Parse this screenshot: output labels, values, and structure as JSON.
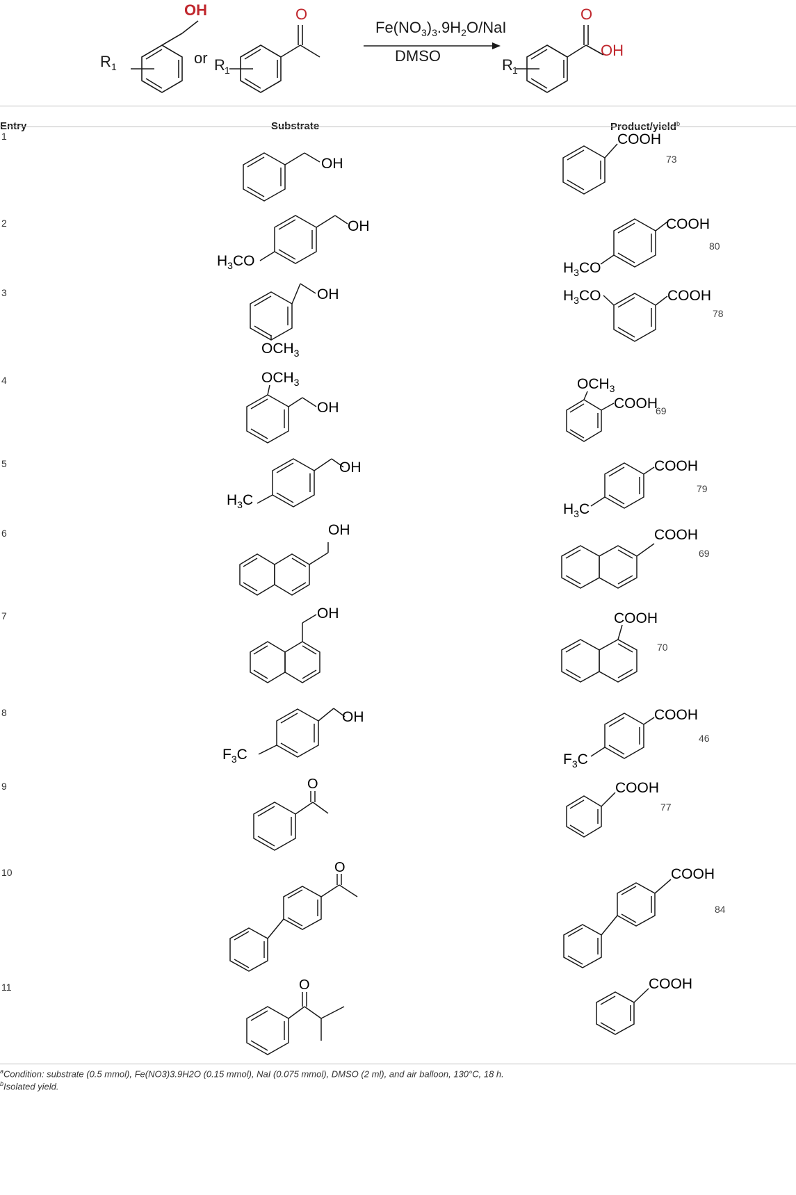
{
  "scheme": {
    "r1_label": "R",
    "r1_sub": "1",
    "oh_label": "OH",
    "o_label": "O",
    "or_label": "or",
    "conditions_top": "Fe(NO3)3.9H2O/NaI",
    "conditions_bottom": "DMSO",
    "product_oh": "OH",
    "product_o": "O"
  },
  "table": {
    "headers": {
      "entry": "Entry",
      "substrate": "Substrate",
      "product": "Product/yield",
      "product_sup": "b"
    },
    "entries": [
      {
        "num": "1",
        "substrate": "benzyl alcohol",
        "product": "benzoic acid",
        "yield": "73"
      },
      {
        "num": "2",
        "substrate": "4-methoxybenzyl alcohol",
        "product": "4-methoxybenzoic acid",
        "yield": "80"
      },
      {
        "num": "3",
        "substrate": "3-methoxybenzyl alcohol",
        "product": "3-methoxybenzoic acid",
        "yield": "78"
      },
      {
        "num": "4",
        "substrate": "2-methoxybenzyl alcohol",
        "product": "2-methoxybenzoic acid",
        "yield": "69"
      },
      {
        "num": "5",
        "substrate": "4-methylbenzyl alcohol",
        "product": "4-methylbenzoic acid",
        "yield": "79"
      },
      {
        "num": "6",
        "substrate": "2-naphthalenemethanol",
        "product": "2-naphthoic acid",
        "yield": "69"
      },
      {
        "num": "7",
        "substrate": "1-naphthalenemethanol",
        "product": "1-naphthoic acid",
        "yield": "70"
      },
      {
        "num": "8",
        "substrate": "4-(trifluoromethyl)benzyl alcohol",
        "product": "4-(trifluoromethyl)benzoic acid",
        "yield": "46"
      },
      {
        "num": "9",
        "substrate": "acetophenone",
        "product": "benzoic acid",
        "yield": "77"
      },
      {
        "num": "10",
        "substrate": "4-acetylbiphenyl",
        "product": "biphenyl-4-carboxylic acid",
        "yield": "84"
      },
      {
        "num": "11",
        "substrate": "isobutyrophenone",
        "product": "benzoic acid",
        "yield": ""
      }
    ],
    "labels": {
      "oh": "OH",
      "cooh": "COOH",
      "och3": "OCH",
      "three": "3",
      "h3co_h": "H",
      "h3co_co": "CO",
      "h3c_c": "C",
      "f3c_f": "F",
      "o": "O"
    }
  },
  "footnotes": {
    "a_mark": "a",
    "a_text": "Condition: substrate (0.5 mmol), Fe(NO3)3.9H2O (0.15 mmol), NaI (0.075 mmol), DMSO (2 ml), and air balloon, 130°C, 18 h.",
    "b_mark": "b",
    "b_text": "Isolated yield."
  },
  "colors": {
    "highlight_red": "#c0272d",
    "rule_gray": "#bfbfbf",
    "bond_black": "#1a1a1a"
  }
}
